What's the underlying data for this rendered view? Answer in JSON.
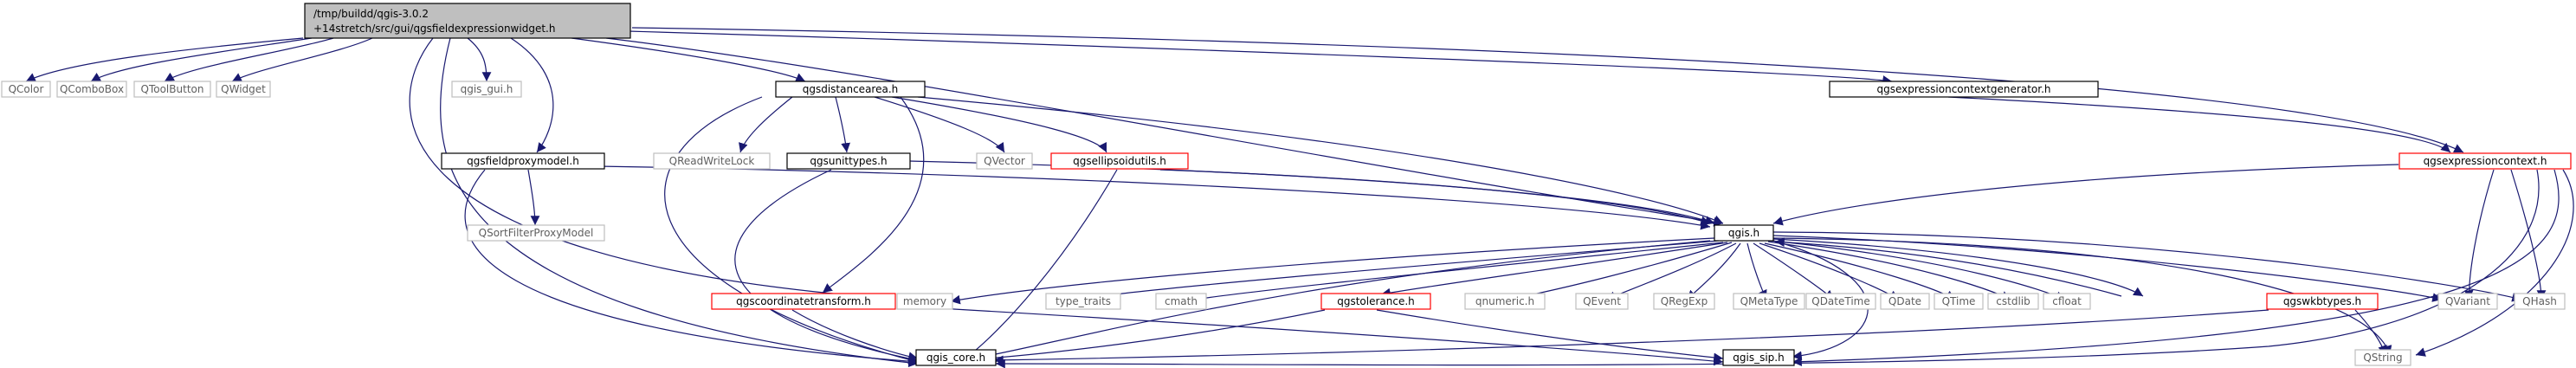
{
  "colors": {
    "edge": "#191970",
    "edge_external": "#8a8a8a",
    "node_border": "#000000",
    "node_border_external": "#bfbfbf",
    "node_border_truncated": "#ff0000",
    "root_fill": "#bfbfbf",
    "external_text": "#5f5f5f"
  },
  "nodes": {
    "root": {
      "line1": "/tmp/buildd/qgis-3.0.2",
      "line2": "+14stretch/src/gui/qgsfieldexpressionwidget.h"
    },
    "qcolor": {
      "label": "QColor"
    },
    "qcombobox": {
      "label": "QComboBox"
    },
    "qtoolbutton": {
      "label": "QToolButton"
    },
    "qwidget": {
      "label": "QWidget"
    },
    "qgis_gui": {
      "label": "qgis_gui.h"
    },
    "qgsdistancearea": {
      "label": "qgsdistancearea.h"
    },
    "qgsexpressioncontextgenerator": {
      "label": "qgsexpressioncontextgenerator.h"
    },
    "qgsfieldproxymodel": {
      "label": "qgsfieldproxymodel.h"
    },
    "qreadwritelock": {
      "label": "QReadWriteLock"
    },
    "qgsunittypes": {
      "label": "qgsunittypes.h"
    },
    "qvector": {
      "label": "QVector"
    },
    "qgsellipsoidutils": {
      "label": "qgsellipsoidutils.h"
    },
    "qgsexpressioncontext": {
      "label": "qgsexpressioncontext.h"
    },
    "qsortfilterproxymodel": {
      "label": "QSortFilterProxyModel"
    },
    "qgis": {
      "label": "qgis.h"
    },
    "qgscoordinatetransform": {
      "label": "qgscoordinatetransform.h"
    },
    "memory": {
      "label": "memory"
    },
    "type_traits": {
      "label": "type_traits"
    },
    "cmath": {
      "label": "cmath"
    },
    "qgstolerance": {
      "label": "qgstolerance.h"
    },
    "qnumeric": {
      "label": "qnumeric.h"
    },
    "qevent": {
      "label": "QEvent"
    },
    "qregexp": {
      "label": "QRegExp"
    },
    "qmetatype": {
      "label": "QMetaType"
    },
    "qdatetime": {
      "label": "QDateTime"
    },
    "qdate": {
      "label": "QDate"
    },
    "qtime": {
      "label": "QTime"
    },
    "cstdlib": {
      "label": "cstdlib"
    },
    "cfloat": {
      "label": "cfloat"
    },
    "qgswkbtypes": {
      "label": "qgswkbtypes.h"
    },
    "qvariant": {
      "label": "QVariant"
    },
    "qhash": {
      "label": "QHash"
    },
    "qgis_core": {
      "label": "qgis_core.h"
    },
    "qgis_sip": {
      "label": "qgis_sip.h"
    },
    "qstring": {
      "label": "QString"
    }
  }
}
